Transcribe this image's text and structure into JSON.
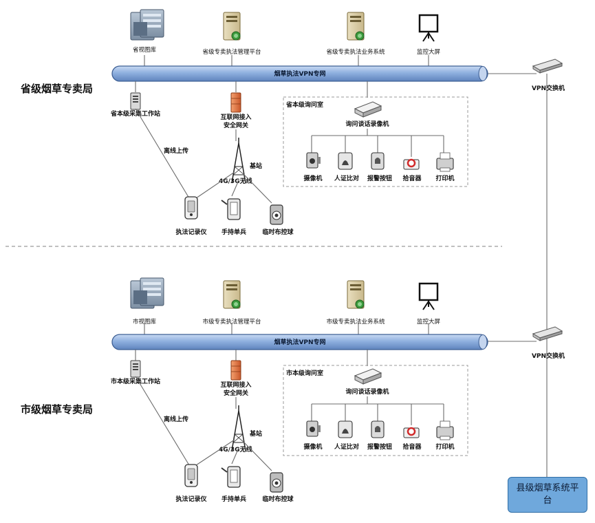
{
  "province": {
    "title": "省级烟草专卖局",
    "image_db": "省视图库",
    "mgmt_platform": "省级专卖执法管理平台",
    "biz_system": "省级专卖执法业务系统",
    "monitor": "监控大屏",
    "vpn_pipe": "烟草执法VPN专网",
    "vpn_switch": "VPN交换机",
    "collect_station": "省本级采集工作站",
    "gateway": "互联网接入\n安全网关",
    "offline_upload": "离线上传",
    "base_station": "基站",
    "wireless": "4G/3G无线",
    "recorder": "执法记录仪",
    "handheld": "手持单兵",
    "temp_ball": "临时布控球",
    "room_title": "省本级询问室",
    "interview_recorder": "询问谈话录像机",
    "devices": [
      "摄像机",
      "人证比对",
      "报警按钮",
      "拾音器",
      "打印机"
    ]
  },
  "city": {
    "title": "市级烟草专卖局",
    "image_db": "市视图库",
    "mgmt_platform": "市级专卖执法管理平台",
    "biz_system": "市级专卖执法业务系统",
    "monitor": "监控大屏",
    "vpn_pipe": "烟草执法VPN专网",
    "vpn_switch": "VPN交换机",
    "collect_station": "市本级采集工作站",
    "gateway": "互联网接入\n安全网关",
    "offline_upload": "离线上传",
    "base_station": "基站",
    "wireless": "4G/3G无线",
    "recorder": "执法记录仪",
    "handheld": "手持单兵",
    "temp_ball": "临时布控球",
    "room_title": "市本级询问室",
    "interview_recorder": "询问谈话录像机",
    "devices": [
      "摄像机",
      "人证比对",
      "报警按钮",
      "拾音器",
      "打印机"
    ]
  },
  "county": {
    "platform": "县级烟草系统平台"
  },
  "colors": {
    "pipe": "#8fb0df",
    "pipe_edge": "#3d5f94",
    "county_fill": "#6fa8dc",
    "firewall": "#e0733a"
  }
}
